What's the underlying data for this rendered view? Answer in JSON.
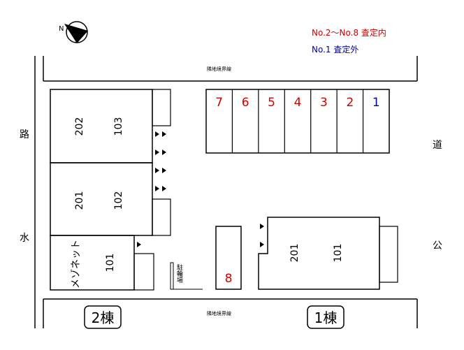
{
  "legend": {
    "assessed_in": "No.2～No.8  査定内",
    "assessed_out": "No.1  査定外",
    "color_in": "#cc0000",
    "color_out": "#000099"
  },
  "compass": {
    "label": "N"
  },
  "boundary": {
    "top": "隣地境界線",
    "bottom": "隣地境界線"
  },
  "roads": {
    "left_top": "路",
    "left_bottom": "水",
    "right_top": "道",
    "right_bottom": "公"
  },
  "building2": {
    "label": "2棟",
    "units": {
      "u202": "202",
      "u103": "103",
      "u201": "201",
      "u102": "102",
      "u101": "101",
      "maisonette": "メゾネット"
    }
  },
  "building1": {
    "label": "1棟",
    "units": {
      "u201": "201",
      "u101": "101"
    }
  },
  "bicycle": "駐輪場",
  "parking": [
    "7",
    "6",
    "5",
    "4",
    "3",
    "2",
    "1"
  ],
  "parking8": "8"
}
